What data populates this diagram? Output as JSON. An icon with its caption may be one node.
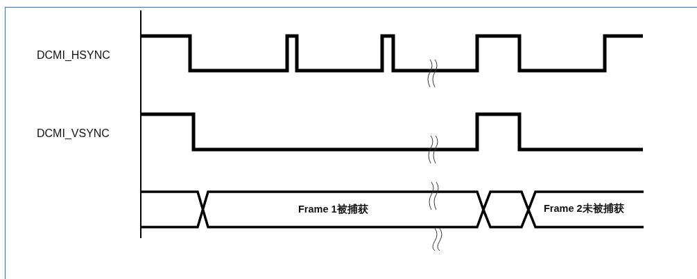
{
  "diagram": {
    "labels": [
      "DCMI_HSYNC",
      "DCMI_VSYNC",
      "Frame 1被捕获",
      "Frame 2未被捕获"
    ]
  }
}
